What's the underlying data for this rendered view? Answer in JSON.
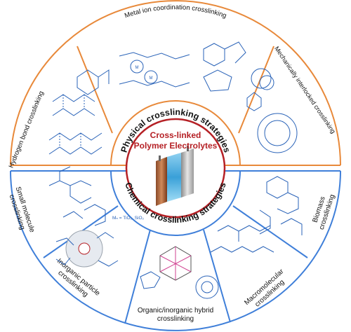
{
  "center": {
    "title_line1": "Cross-linked",
    "title_line2": "Polymer Electrolytes"
  },
  "ring": {
    "top": "Physical crosslinking strategies",
    "bottom": "Chemical crosslinking strategies"
  },
  "physical": [
    {
      "id": "metal",
      "label_lines": [
        "Metal ion coordination crosslinking"
      ]
    },
    {
      "id": "hbond",
      "label_lines": [
        "Hydrogen bond crosslinking"
      ]
    },
    {
      "id": "mech",
      "label_lines": [
        "Mechanically interlocked crosslinking"
      ]
    }
  ],
  "chemical": [
    {
      "id": "small",
      "label_lines": [
        "Small molecule",
        "crosslinking"
      ]
    },
    {
      "id": "inorganic",
      "label_lines": [
        "Inorganic particle",
        "crosslinking"
      ]
    },
    {
      "id": "hybrid",
      "label_lines": [
        "Organic/inorganic hybrid",
        "crosslinking"
      ]
    },
    {
      "id": "macro",
      "label_lines": [
        "Macromolecular",
        "crosslinking"
      ]
    },
    {
      "id": "biomass",
      "label_lines": [
        "Biomass",
        "crosslinking"
      ]
    }
  ],
  "colors": {
    "orange": "#E8893A",
    "blue": "#3F7FD9",
    "red": "#B52025",
    "ink": "#2A63B8"
  }
}
